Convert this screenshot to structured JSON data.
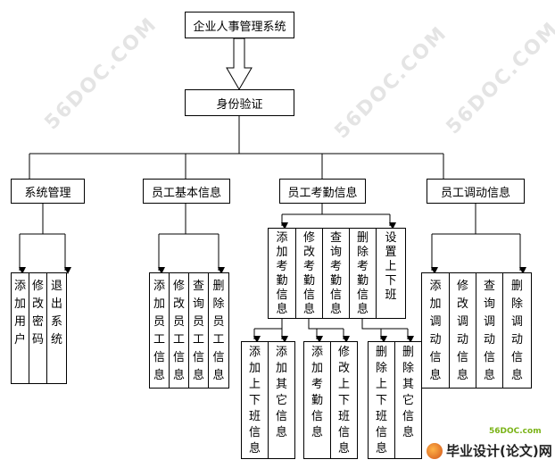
{
  "root": "企业人事管理系统",
  "auth": "身份验证",
  "modules": [
    {
      "label": "系统管理",
      "children": [
        "添加用户",
        "修改密码",
        "退出系统"
      ]
    },
    {
      "label": "员工基本信息",
      "children": [
        "添加员工信息",
        "修改员工信息",
        "查询员工信息",
        "删除员工信息"
      ]
    },
    {
      "label": "员工考勤信息",
      "children": [
        "添加考勤信息",
        "修改考勤信息",
        "查询考勤信息",
        "删除考勤信息",
        "设置上下班"
      ]
    },
    {
      "label": "员工调动信息",
      "children": [
        "添加调动信息",
        "修改调动信息",
        "查询调动信息",
        "删除调动信息"
      ]
    }
  ],
  "sub_nodes": [
    "添加上下班信息",
    "添加其它信息",
    "添加考勤信息",
    "修改上下班信息",
    "删除上下班信息",
    "删除其它信息"
  ],
  "watermark": "56DOC.COM",
  "logo": {
    "text": "毕业设计(论文)网",
    "sub": "56DOC.com"
  }
}
